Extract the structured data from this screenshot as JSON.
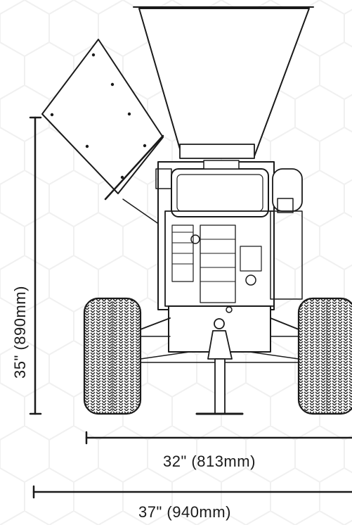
{
  "dimensions": {
    "height_label": "35\" (890mm)",
    "width_inner_label": "32\" (813mm)",
    "width_outer_label": "37\" (940mm)"
  },
  "colors": {
    "line": "#1a1a1a",
    "background": "#ffffff",
    "hex_pattern": "#f2f2f2"
  }
}
